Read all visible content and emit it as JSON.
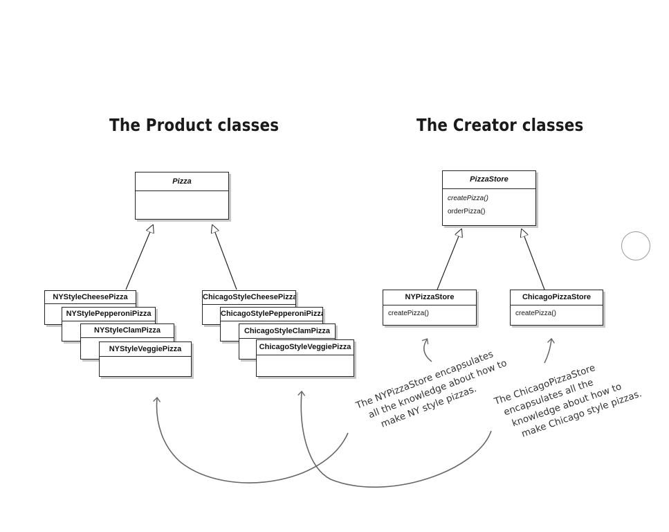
{
  "headings": {
    "product": "The Product classes",
    "creator": "The Creator classes"
  },
  "product_classes": {
    "base": {
      "name": "Pizza"
    },
    "ny": [
      "NYStyleCheesePizza",
      "NYStylePepperoniPizza",
      "NYStyleClamPizza",
      "NYStyleVeggiePizza"
    ],
    "chicago": [
      "ChicagoStyleCheesePizza",
      "ChicagoStylePepperoniPizza",
      "ChicagoStyleClamPizza",
      "ChicagoStyleVeggiePizza"
    ]
  },
  "creator_classes": {
    "base": {
      "name": "PizzaStore",
      "methods": [
        "createPizza()",
        "orderPizza()"
      ]
    },
    "ny_store": {
      "name": "NYPizzaStore",
      "methods": [
        "createPizza()"
      ]
    },
    "chicago_store": {
      "name": "ChicagoPizzaStore",
      "methods": [
        "createPizza()"
      ]
    }
  },
  "annotations": {
    "ny_note": [
      "The NYPizzaStore encapsulates",
      "all the knowledge about how to",
      "make NY style pizzas."
    ],
    "chicago_note": [
      "The ChicagoPizzaStore",
      "encapsulates all the",
      "knowledge about how to",
      "make Chicago style pizzas."
    ]
  },
  "colors": {
    "line": "#222222",
    "arrow": "#666666",
    "shadow": "#c8c8c8"
  }
}
